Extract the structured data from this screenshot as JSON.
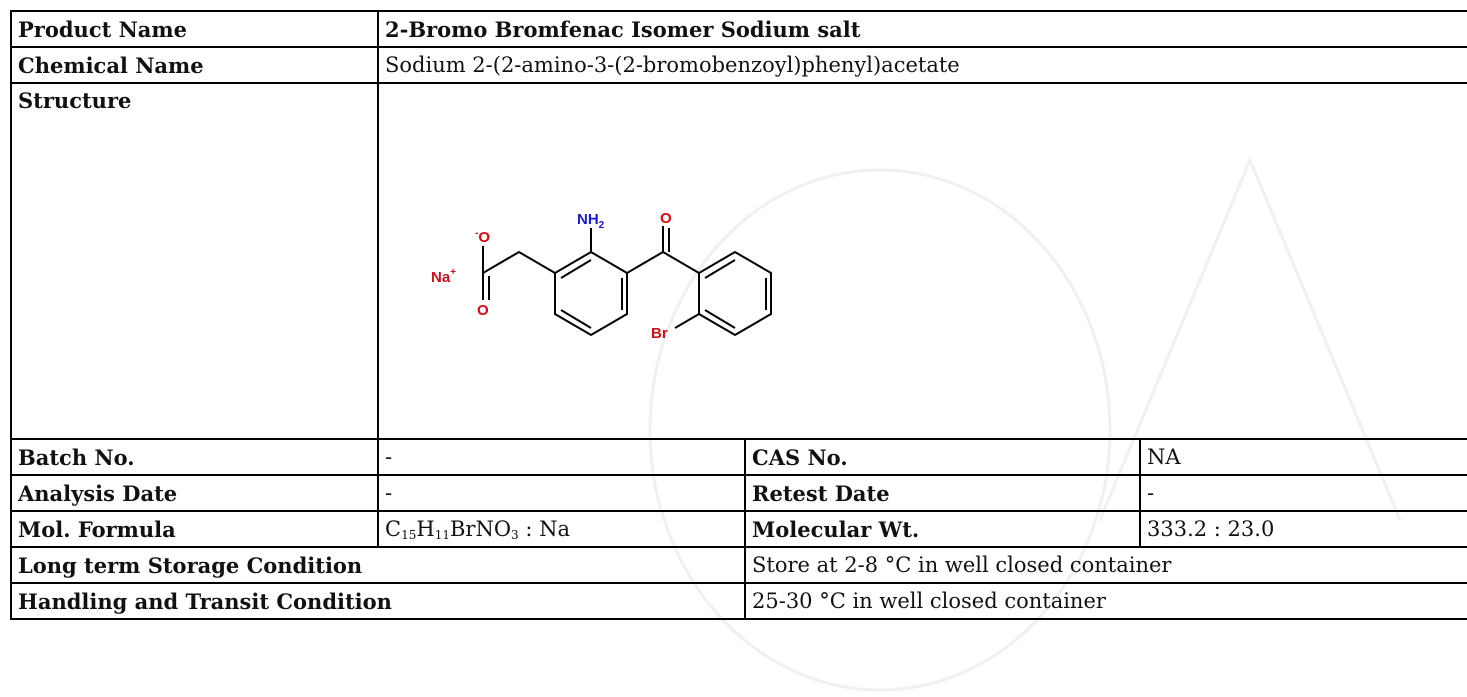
{
  "product_name_label": "Product Name",
  "product_name": "2-Bromo Bromfenac Isomer Sodium salt",
  "chemical_name_label": "Chemical Name",
  "chemical_name": "Sodium 2-(2-amino-3-(2-bromobenzoyl)phenyl)acetate",
  "structure_label": "Structure",
  "structure": {
    "atoms": {
      "na": "Na",
      "na_charge": "+",
      "o_minus": "O",
      "o_minus_charge": "-",
      "o_bottom": "O",
      "nh": "NH",
      "nh_sub": "2",
      "o_top": "O",
      "br": "Br"
    },
    "colors": {
      "oxygen": "#e0000f",
      "nitrogen": "#1a1ad1",
      "bromine": "#c81414",
      "sodium": "#d0101a",
      "bond": "#000000"
    }
  },
  "batch_no_label": "Batch No.",
  "batch_no": "-",
  "cas_no_label": "CAS No.",
  "cas_no": "NA",
  "analysis_date_label": "Analysis Date",
  "analysis_date": "-",
  "retest_date_label": "Retest Date",
  "retest_date": "-",
  "mol_formula_label": "Mol. Formula",
  "mol_formula": {
    "c": "C",
    "c_n": "15",
    "h": "H",
    "h_n": "11",
    "brno": "BrNO",
    "o_n": "3",
    "rest": " : Na"
  },
  "molecular_wt_label": "Molecular Wt.",
  "molecular_wt": "333.2 : 23.0",
  "storage_label": "Long term Storage Condition",
  "storage": "Store at 2-8 °C in well closed container",
  "handling_label": "Handling and Transit Condition",
  "handling": "25-30 °C in well closed container"
}
